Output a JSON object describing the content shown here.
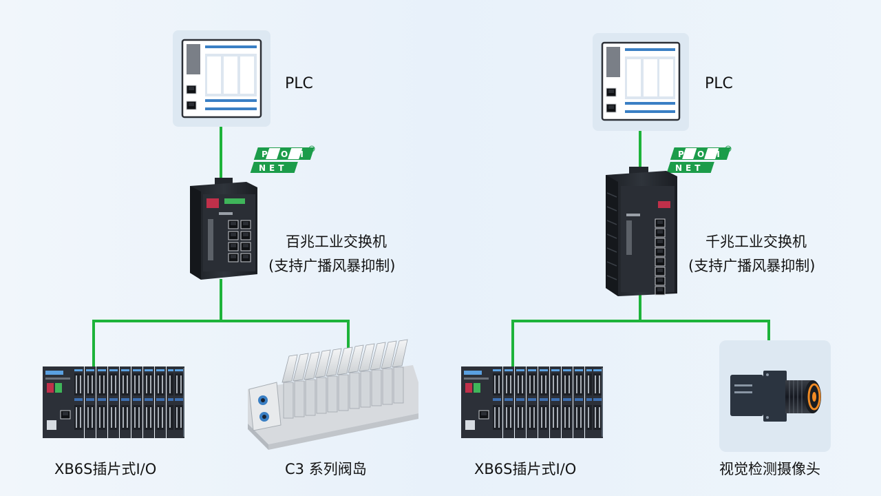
{
  "colors": {
    "link": "#1db33a",
    "profinet": "#1c9c4a",
    "accent_blue": "#3a7fc4",
    "device_dark": "#2b2f36"
  },
  "left": {
    "plc_label": "PLC",
    "switch_label_line1": "百兆工业交换机",
    "switch_label_line2": "(支持广播风暴抑制)",
    "io_label": "XB6S插片式I/O",
    "valve_label": "C3 系列阀岛",
    "profinet_top": "PROFI",
    "profinet_bottom": "NET"
  },
  "right": {
    "plc_label": "PLC",
    "switch_label_line1": "千兆工业交换机",
    "switch_label_line2": "(支持广播风暴抑制)",
    "io_label": "XB6S插片式I/O",
    "camera_label": "视觉检测摄像头",
    "profinet_top": "PROFI",
    "profinet_bottom": "NET"
  },
  "icons": {
    "plc": "plc-icon",
    "switch": "industrial-switch-icon",
    "io_module": "io-module-icon",
    "valve_island": "valve-island-icon",
    "camera": "camera-icon",
    "profinet": "profinet-logo-icon"
  }
}
